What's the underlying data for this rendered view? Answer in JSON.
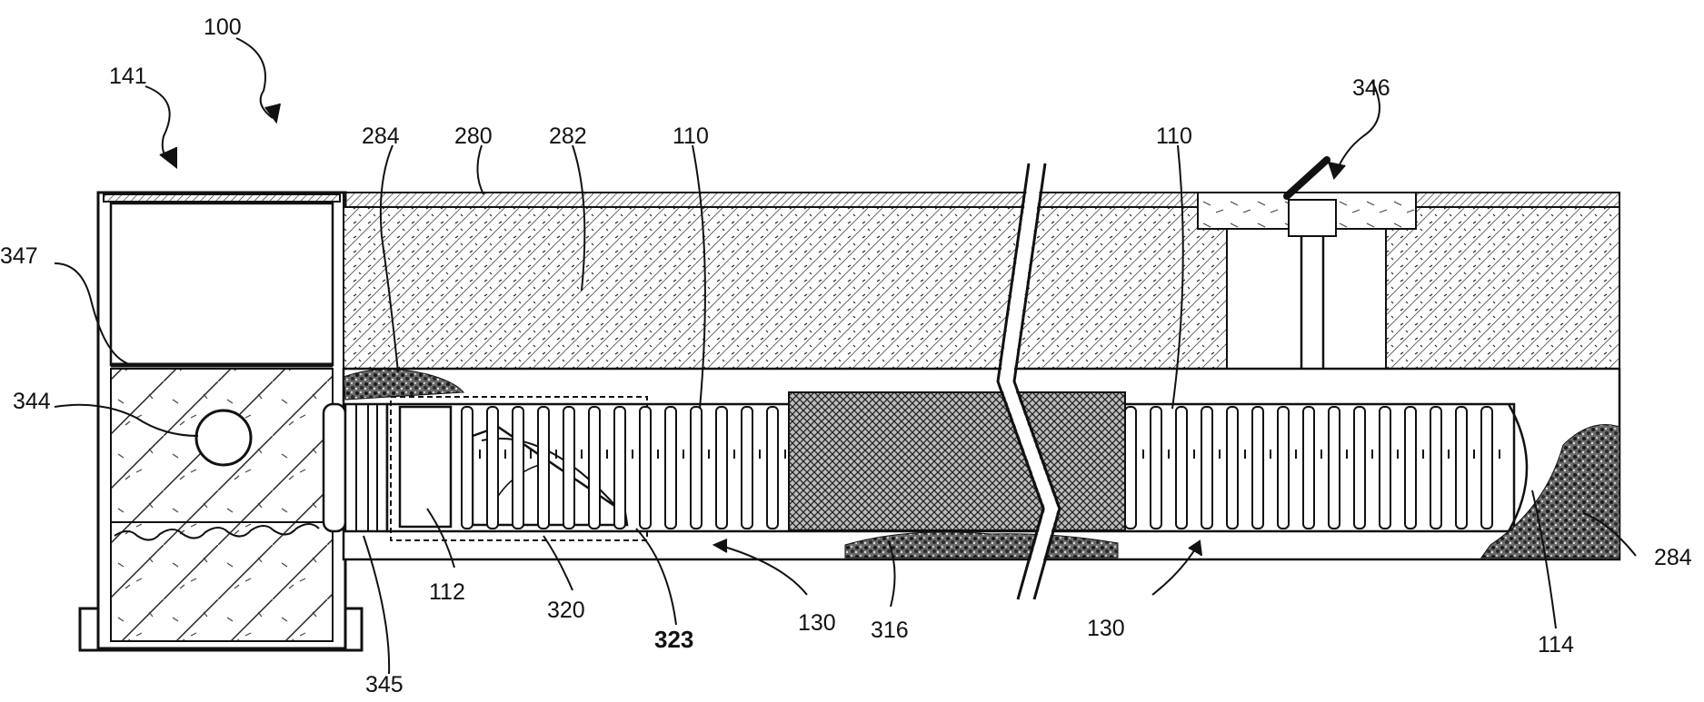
{
  "figure": {
    "labels": {
      "system": "100",
      "catch_basin": "141",
      "vent": "346",
      "surface_left": "284",
      "surface_layer": "280",
      "fill_layer": "282",
      "pipe_left": "110",
      "pipe_right": "110",
      "riser_line": "347",
      "outlet": "344",
      "inlet_end": "112",
      "deflector_box": "320",
      "deflector": "323",
      "chamber_left": "130",
      "aggregate": "316",
      "chamber_right": "130",
      "pipe_end": "114",
      "stone_right": "284",
      "coupling": "345"
    }
  }
}
